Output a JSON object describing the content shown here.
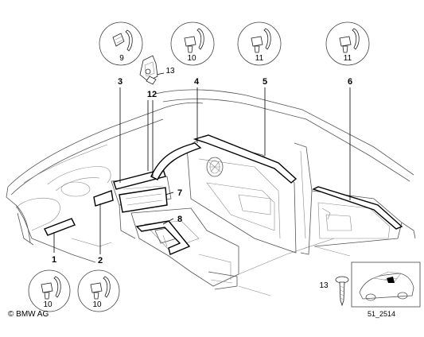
{
  "callouts": {
    "c1": "1",
    "c2": "2",
    "c3": "3",
    "c4": "4",
    "c5": "5",
    "c6": "6",
    "c7": "7",
    "c8": "8",
    "c12": "12",
    "c13_upper": "13",
    "c13_lower": "13"
  },
  "fasteners": {
    "f_top_9": "9",
    "f_top_10": "10",
    "f_top_11a": "11",
    "f_top_11b": "11",
    "f_bot_10a": "10",
    "f_bot_10b": "10"
  },
  "footer": {
    "copyright": "© BMW AG",
    "diagram_id": "51_2514"
  }
}
